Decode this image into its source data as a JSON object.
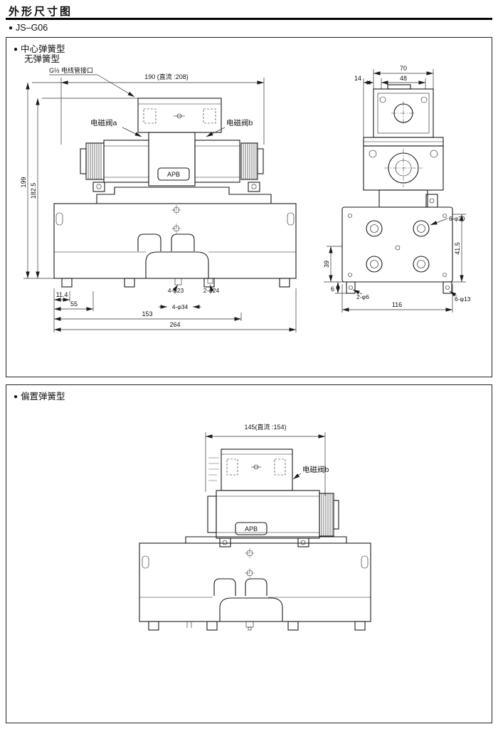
{
  "bullet": "●",
  "header": {
    "title": "外形尺寸图",
    "model": "JS–G06"
  },
  "panel1": {
    "type_label_1": "中心弹簧型",
    "type_label_2": "无弹簧型",
    "front": {
      "conduit_label": "G½ 电线管接口",
      "dim_overall_width": "190 (直流 :208)",
      "solenoid_a_label": "电磁阀a",
      "solenoid_b_label": "电磁阀b",
      "nameplate": "APB",
      "dim_height_total": "199",
      "dim_height_sub": "182.5",
      "dim_bottom_1": "11.4",
      "dim_bottom_2": "55",
      "callout_hole_1": "4-φ23",
      "callout_hole_2": "2-φ24",
      "callout_hole_3": "4-φ34",
      "dim_bottom_3": "153",
      "dim_bottom_4": "264"
    },
    "side": {
      "dim_top_width": "70",
      "dim_top_inner": "48",
      "dim_top_offset": "14",
      "callout_hole_1": "6-φ20",
      "dim_left_1": "39",
      "dim_right_1": "41.5",
      "dim_left_2": "6",
      "callout_hole_2": "2-φ6",
      "dim_bottom": "116",
      "callout_hole_3": "6-φ13"
    }
  },
  "panel2": {
    "type_label": "偏置弹簧型",
    "dim_overall_width": "145(直流 :154)",
    "solenoid_b_label": "电磁阀b",
    "nameplate": "APB"
  }
}
